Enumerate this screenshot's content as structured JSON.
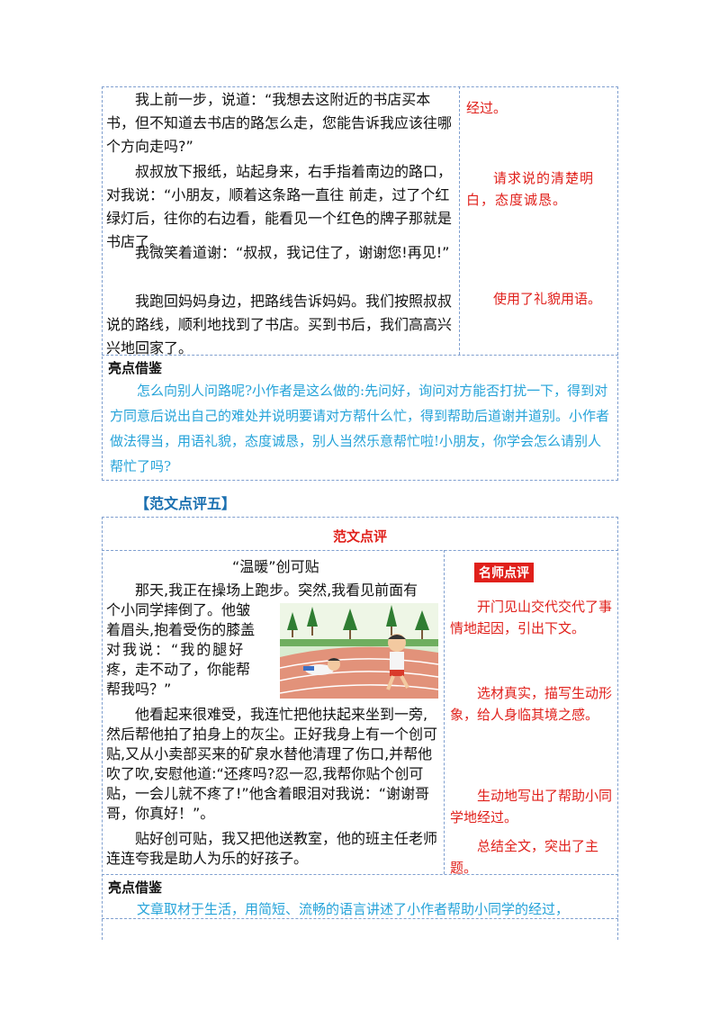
{
  "top_story": {
    "paragraphs": [
      "我上前一步，说道：“我想去这附近的书店买本书，但不知道去书店的路怎么走，您能告诉我应该往哪个方向走吗?”",
      "叔叔放下报纸，站起身来，右手指着南边的路口，对我说：“小朋友，顺着这条路一直往 前走，过了个红绿灯后，往你的右边看，能看见一个红色的牌子那就是 书店了。",
      "我微笑着道谢：“叔叔，我记住了，谢谢您!再见!”",
      "我跑回妈妈身边，把路线告诉妈妈。我们按照叔叔说的路线，顺利地找到了书店。买到书后，我们高高兴兴地回家了。"
    ],
    "comments": [
      "经过。",
      "请求说的清楚明白，态度诚恳。",
      "使用了礼貌用语。"
    ],
    "highlight_label": "亮点借鉴",
    "highlight_text": "怎么向别人问路呢?小作者是这么做的:先问好，询问对方能否打扰一下，得到对方同意后说出自己的难处并说明要请对方帮什么忙，得到帮助后道谢并道别。小作者做法得当，用语礼貌，态度诚恳，别人当然乐意帮忙啦!小朋友，你学会怎么请别人帮忙了吗?"
  },
  "section5": {
    "title": "【范文点评五】",
    "table_header": "范文点评",
    "teacher_badge": "名师点评",
    "article_title": "“温暖”创可贴",
    "paragraphs": [
      "那天,我正在操场上跑步。突然,我看见前面有个小同学摔倒了。他皱着眉头,抱着受伤的膝盖对我说：“我的腿好疼，走不动了，你能帮帮我吗？”",
      "他看起来很难受，我连忙把他扶起来坐到一旁,然后帮他拍了拍身上的灰尘。正好我身上有一个创可贴,又从小卖部买来的矿泉水替他清理了伤口,并帮他吹了吹,安慰他道:“还疼吗?忍一忍,我帮你贴个创可贴，一会儿就不疼了!”他含着眼泪对我说：“谢谢哥哥，你真好！”。",
      "贴好创可贴，我又把他送教室，他的班主任老师连连夸我是助人为乐的好孩子。"
    ],
    "para1_lines": [
      "那天,我正在操场上跑步。突然,我看见前面有",
      "个小同学摔倒了。他皱",
      "着眉头,抱着受伤的膝盖",
      "对我说：“我的腿好",
      "疼，走不动了，你能帮",
      "帮我吗？”"
    ],
    "comments": [
      "开门见山交代交代了事情地起因，引出下文。",
      "选材真实，描写生动形象，给人身临其境之感。",
      "生动地写出了帮助小同学地经过。",
      "总结全文，突出了主题。"
    ],
    "highlight_label": "亮点借鉴",
    "highlight_text": "文章取材于生活，用简短、流畅的语言讲述了小作者帮助小同学的经过，"
  }
}
